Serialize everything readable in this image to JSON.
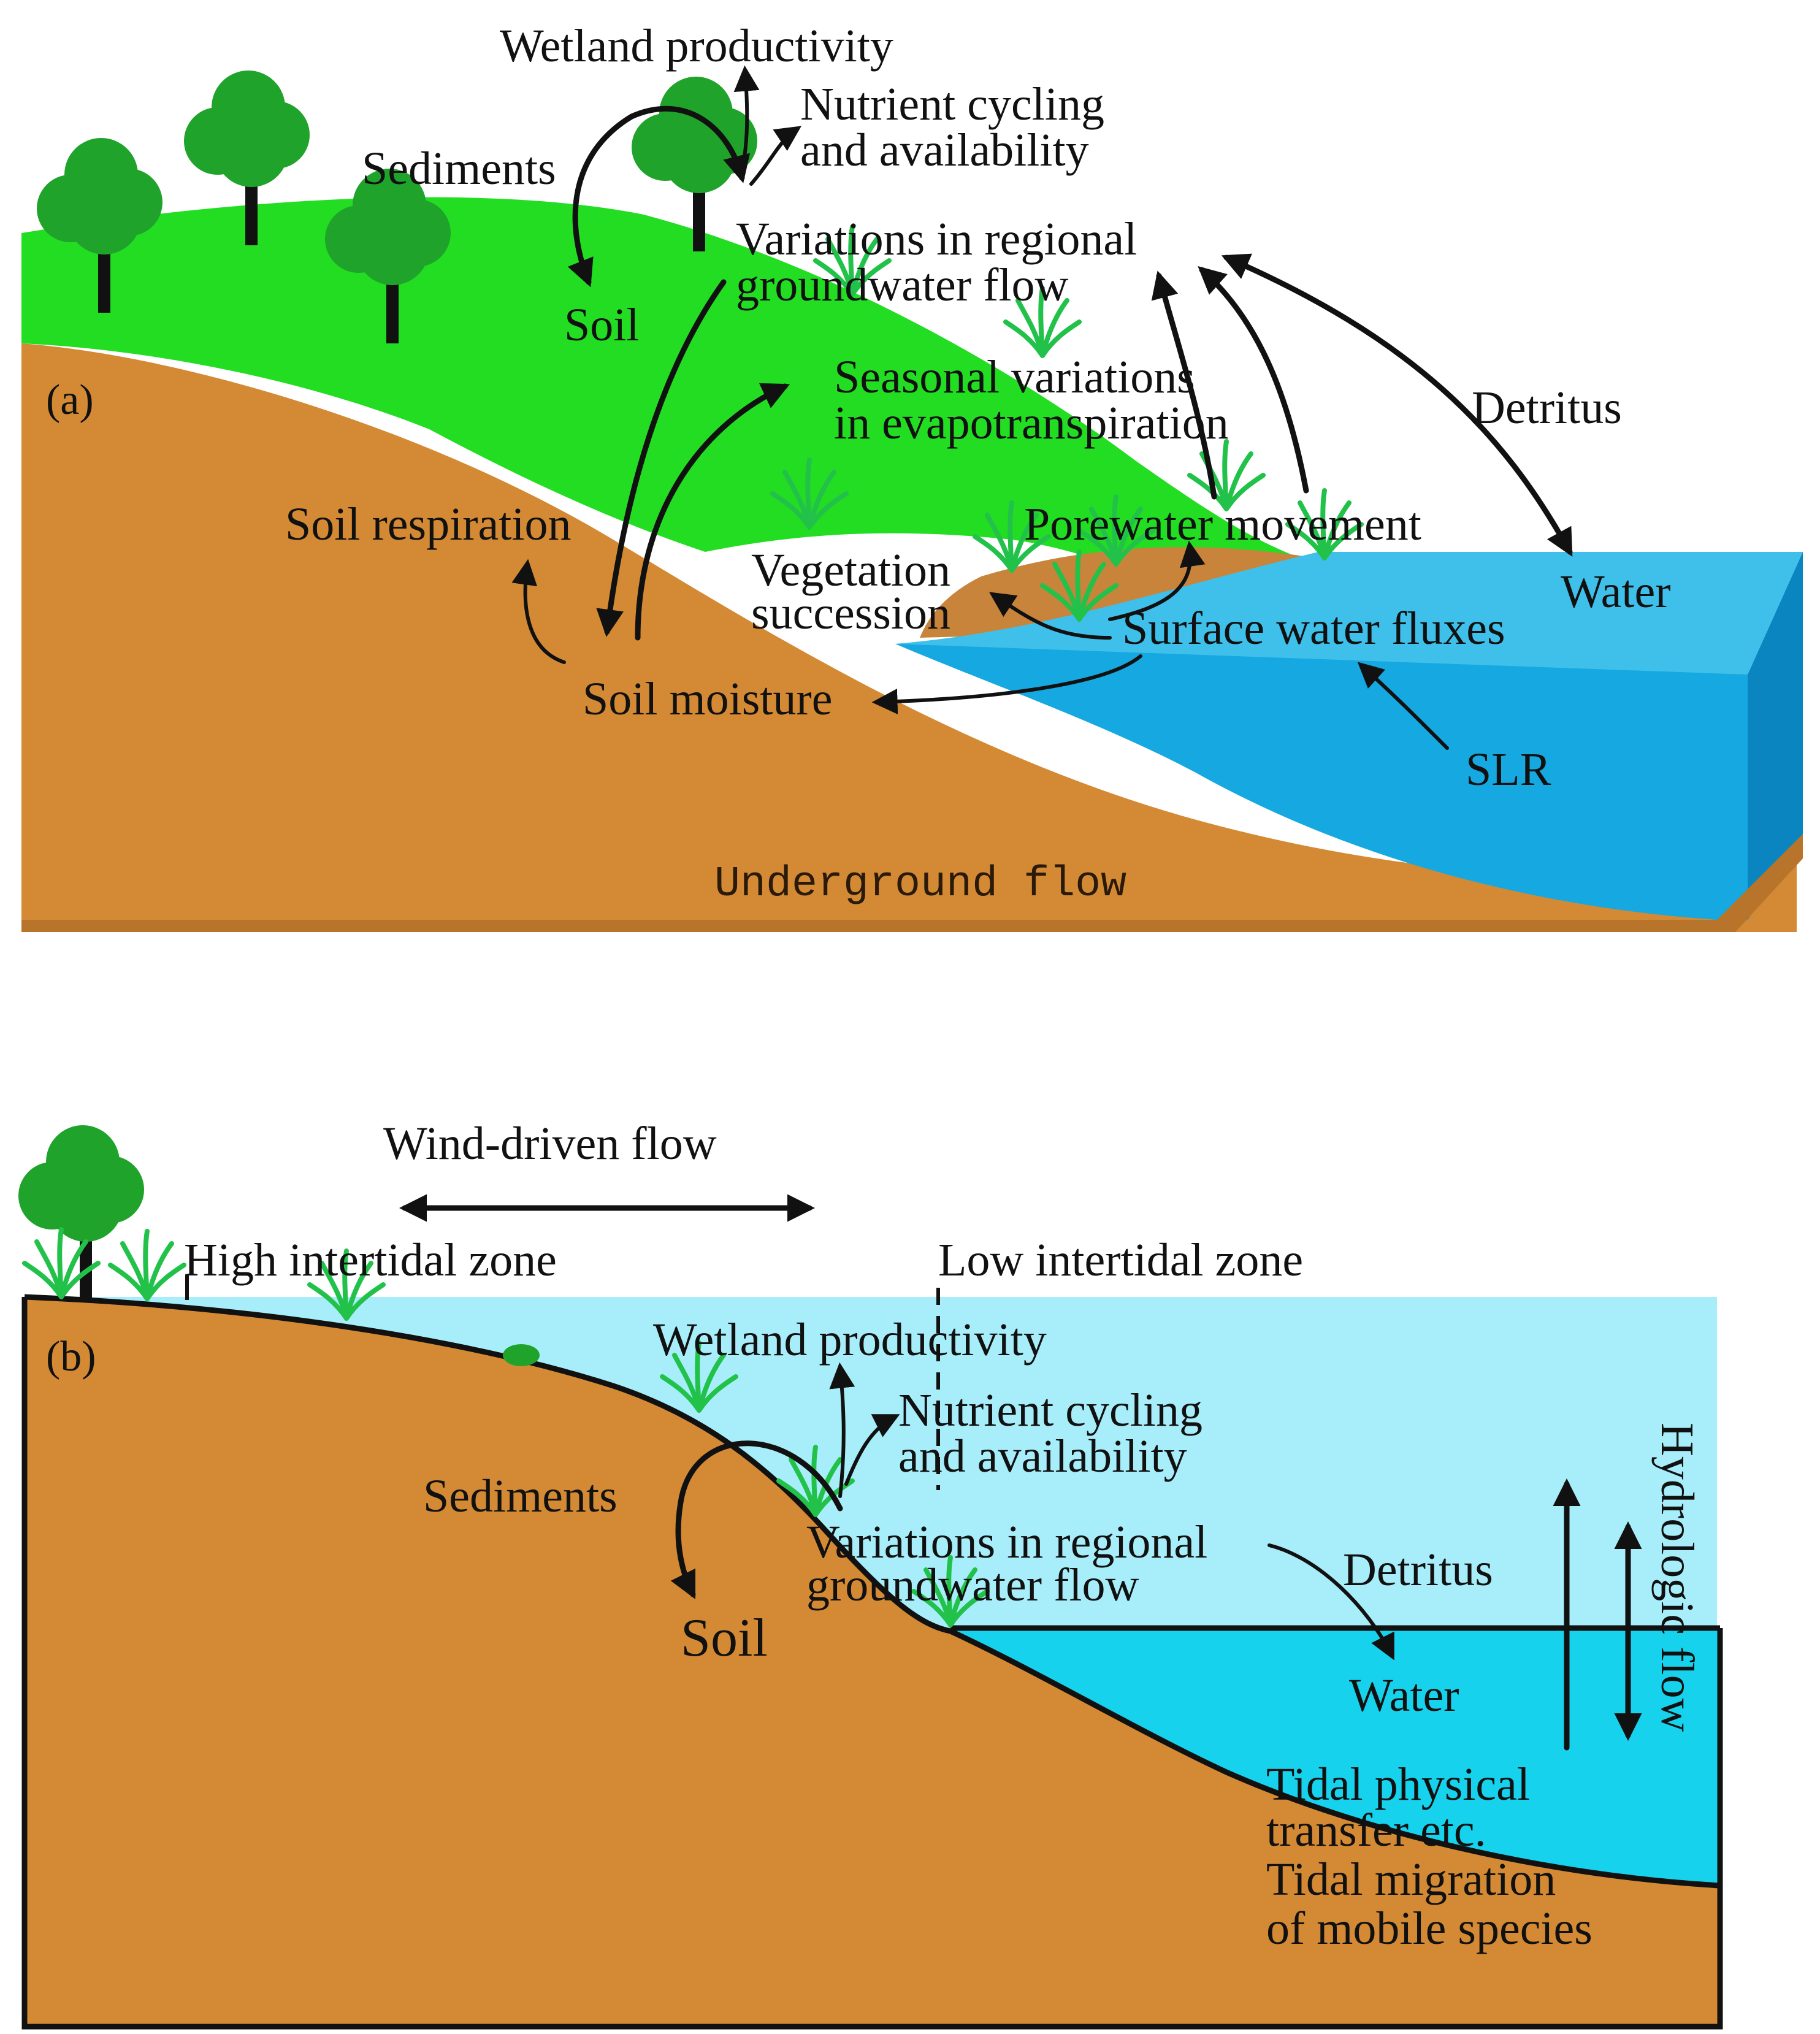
{
  "panel_a": {
    "label": "(a)",
    "texts": {
      "wetland_productivity": "Wetland productivity",
      "nutrient_cycling_1": "Nutrient cycling",
      "nutrient_cycling_2": "and availability",
      "sediments": "Sediments",
      "soil": "Soil",
      "regional_gw_1": "Variations in regional",
      "regional_gw_2": "groundwater flow",
      "seasonal_et_1": "Seasonal variations",
      "seasonal_et_2": "in evapotranspiration",
      "detritus": "Detritus",
      "soil_respiration": "Soil respiration",
      "porewater": "Porewater movement",
      "vegetation_1": "Vegetation",
      "vegetation_2": "succession",
      "water": "Water",
      "surface_water": "Surface water fluxes",
      "soil_moisture": "Soil moisture",
      "slr": "SLR",
      "underground_flow": "Underground flow"
    }
  },
  "panel_b": {
    "label": "(b)",
    "texts": {
      "wind_driven": "Wind-driven flow",
      "high_intertidal": "High intertidal zone",
      "low_intertidal": "Low intertidal zone",
      "wetland_productivity": "Wetland productivity",
      "nutrient_cycling_1": "Nutrient cycling",
      "nutrient_cycling_2": "and availability",
      "sediments": "Sediments",
      "regional_gw_1": "Variations in regional",
      "regional_gw_2": "groundwater flow",
      "detritus": "Detritus",
      "soil": "Soil",
      "water": "Water",
      "hydrologic_flow": "Hydrologic flow",
      "tidal_physical_1": "Tidal physical",
      "tidal_physical_2": "transfer etc.",
      "tidal_migration_1": "Tidal migration",
      "tidal_migration_2": "of mobile species"
    }
  },
  "colors": {
    "soil": "#d48a34",
    "soil_dark": "#b8742a",
    "grass": "#22dd22",
    "tree": "#1fa32a",
    "water_a": "#16a8e0",
    "water_a_side": "#0a85c0",
    "water_b_light": "#a8eefa",
    "water_b_deep": "#16d2ec"
  }
}
